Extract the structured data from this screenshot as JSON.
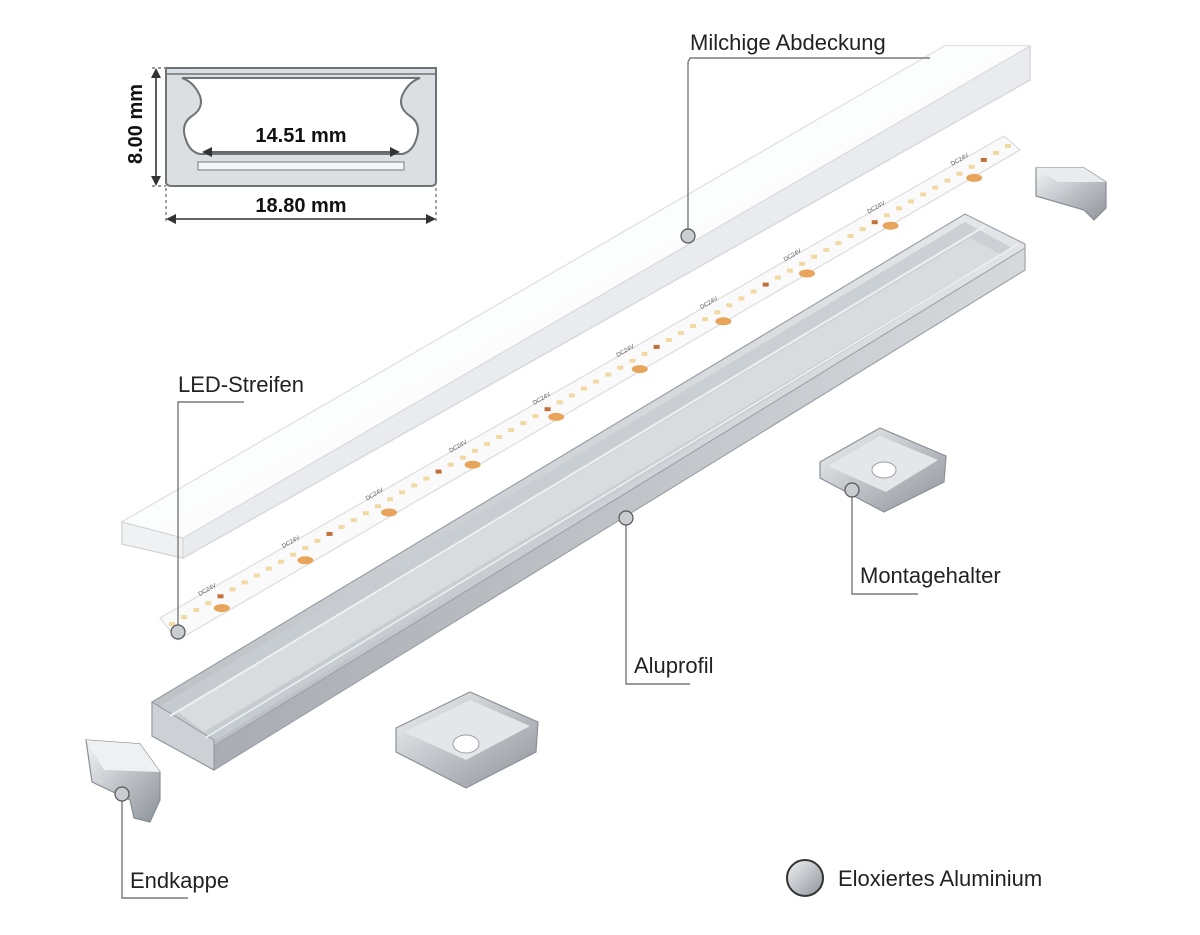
{
  "dimensions": {
    "height": "8.00 mm",
    "inner_width": "14.51 mm",
    "outer_width": "18.80 mm"
  },
  "labels": {
    "cover": "Milchige Abdeckung",
    "led_strip": "LED-Streifen",
    "mounting_bracket": "Montagehalter",
    "profile": "Aluprofil",
    "end_cap": "Endkappe"
  },
  "legend": {
    "material": "Eloxiertes Aluminium"
  },
  "strip_marking": "DC24V",
  "colors": {
    "aluminium": "#c9cdd2",
    "led_amber": "#e8a45a",
    "cover": "#f4f5f7"
  }
}
